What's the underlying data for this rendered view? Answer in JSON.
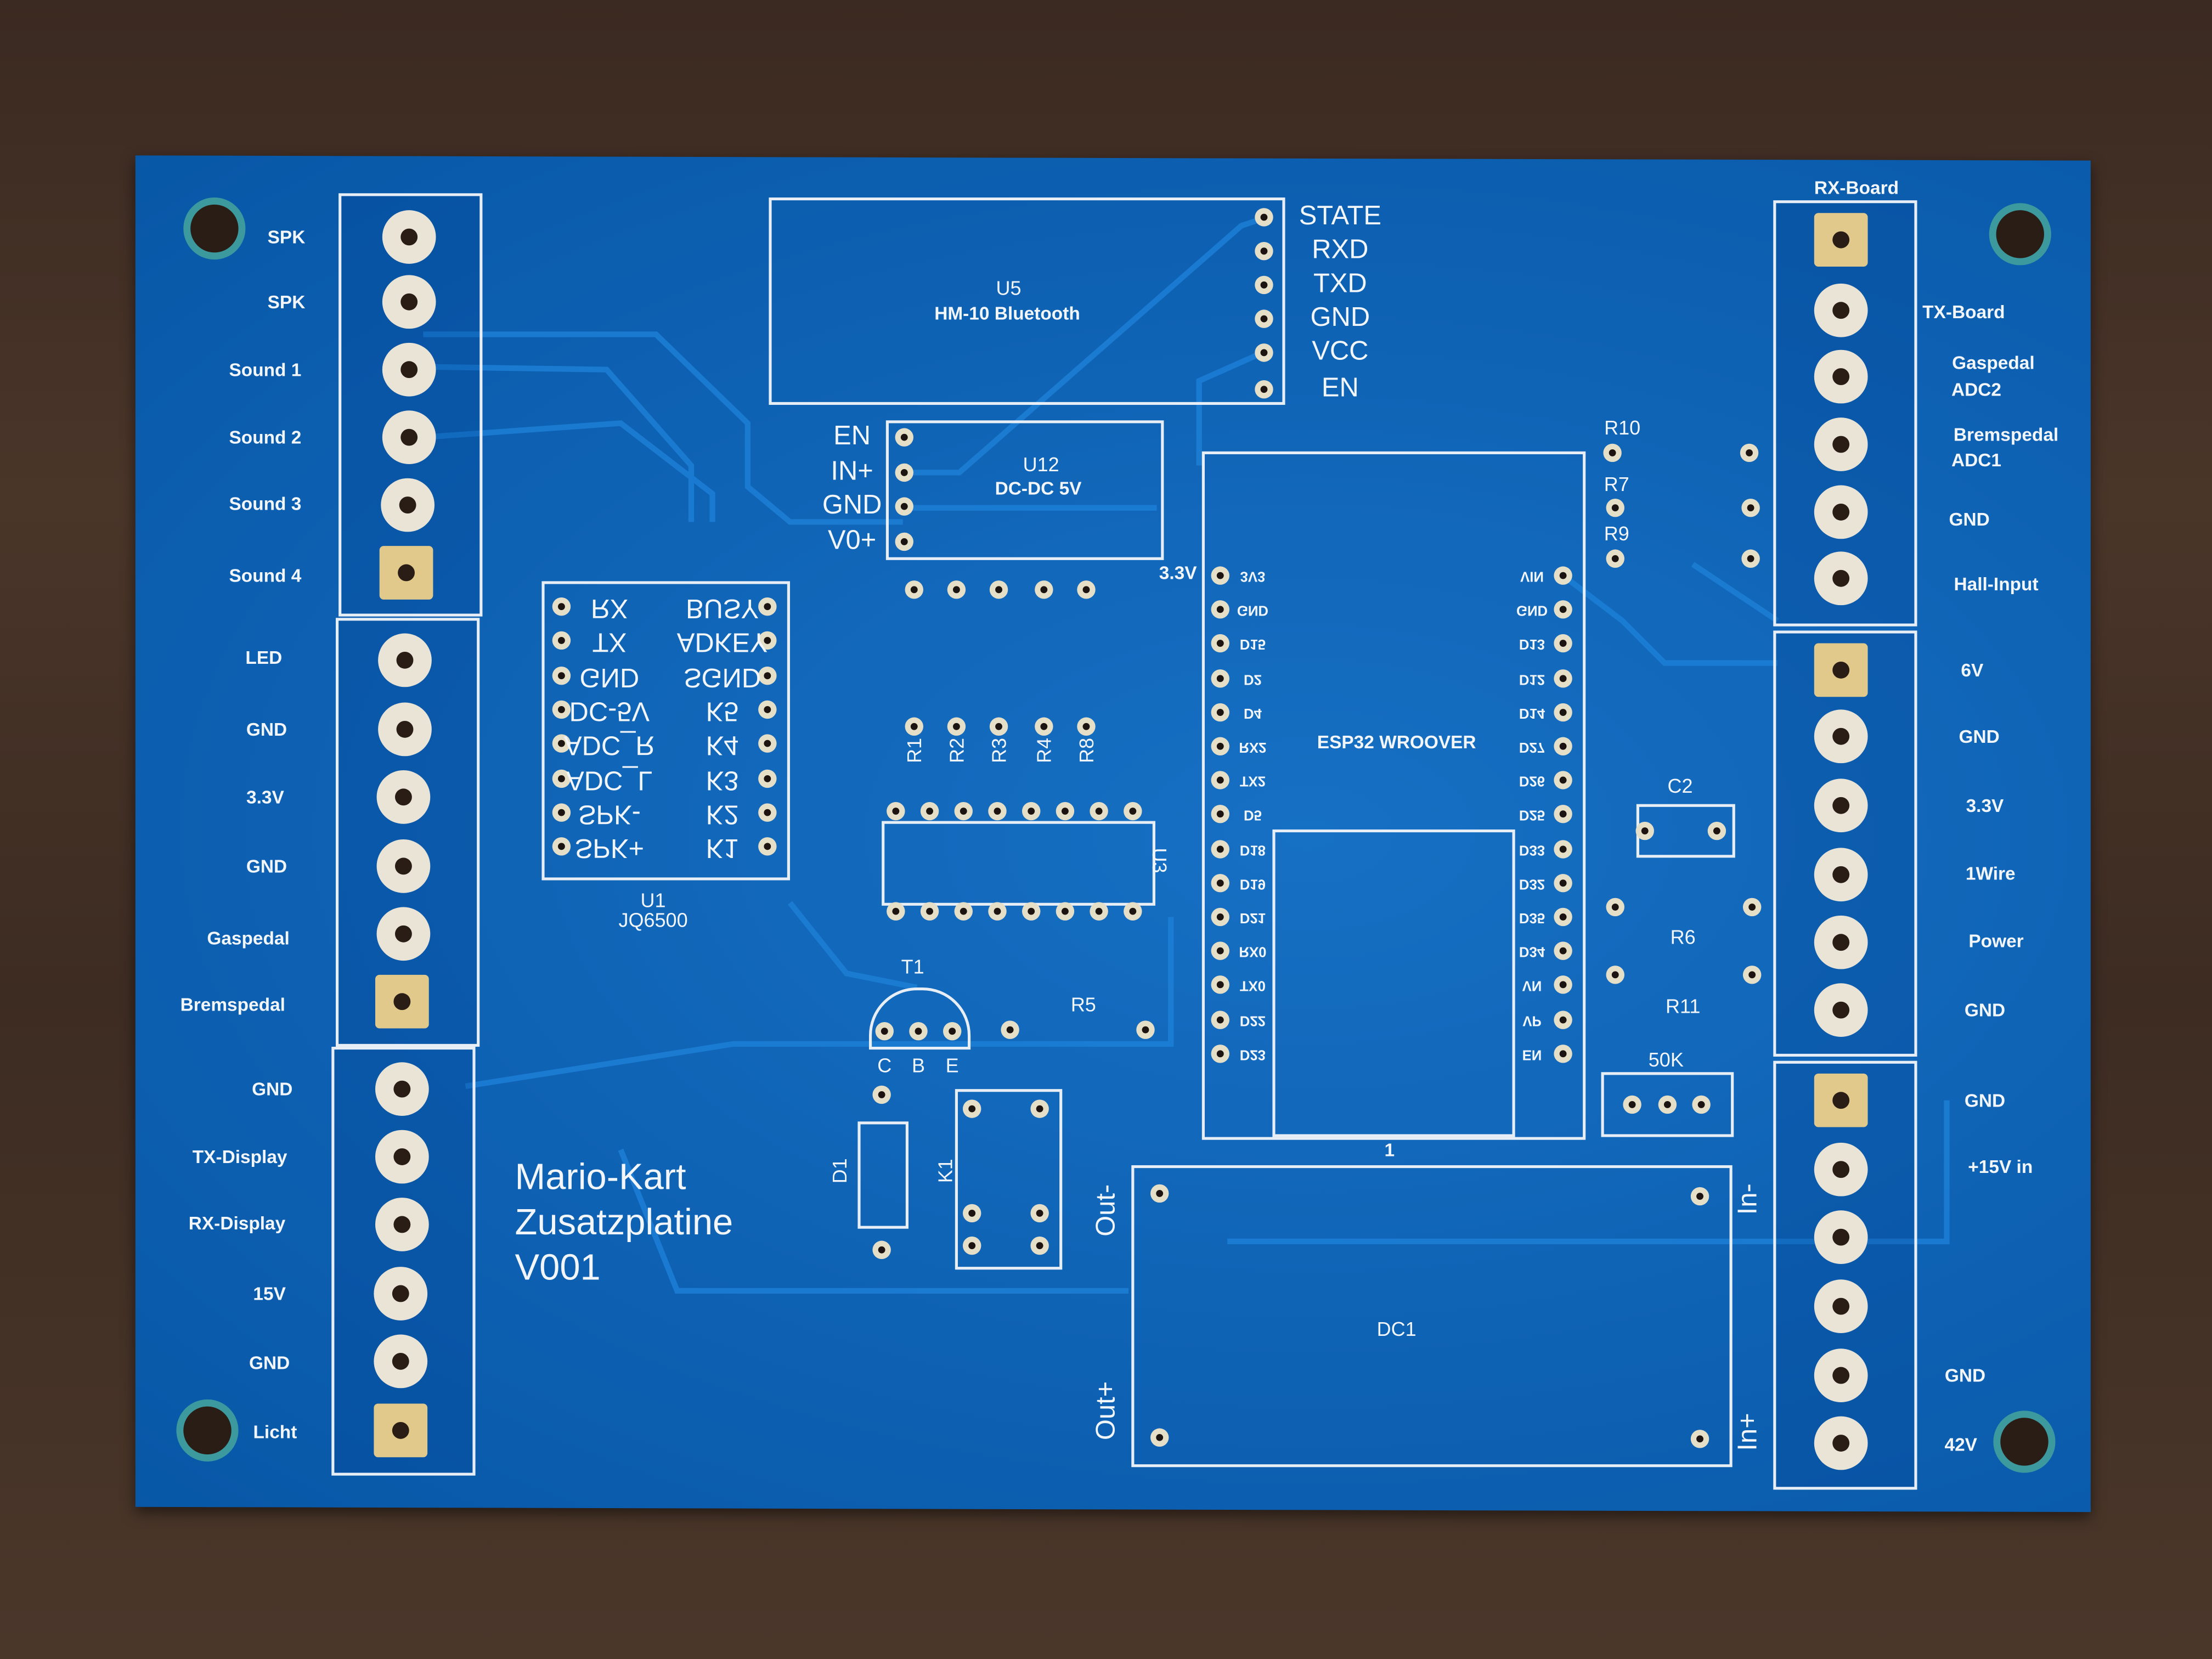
{
  "left_terminal_labels": [
    "SPK",
    "SPK",
    "Sound 1",
    "Sound 2",
    "Sound 3",
    "Sound 4",
    "LED",
    "GND",
    "3.3V",
    "GND",
    "Gaspedal",
    "Bremspedal",
    "GND",
    "TX-Display",
    "RX-Display",
    "15V",
    "GND",
    "Licht"
  ],
  "right_terminal_labels": [
    "RX-Board",
    "TX-Board",
    "Gaspedal",
    "ADC2",
    "Bremspedal",
    "ADC1",
    "GND",
    "Hall-Input",
    "6V",
    "GND",
    "3.3V",
    "1Wire",
    "Power",
    "GND",
    "GND",
    "+15V in",
    "GND",
    "42V"
  ],
  "u5": {
    "ref": "U5",
    "name": "HM-10 Bluetooth",
    "pins": [
      "STATE",
      "RXD",
      "TXD",
      "GND",
      "VCC",
      "EN"
    ]
  },
  "u12": {
    "ref": "U12",
    "name": "DC-DC 5V",
    "pins": [
      "EN",
      "IN+",
      "GND",
      "V0+"
    ]
  },
  "esp32": {
    "name": "ESP32 WROOVER",
    "supply_label": "3.3V",
    "pin1": "1",
    "left_pins": [
      "3V3",
      "GND",
      "D15",
      "D2",
      "D4",
      "RX2",
      "TX2",
      "D5",
      "D18",
      "D19",
      "D21",
      "RX0",
      "TX0",
      "D22",
      "D23"
    ],
    "right_pins": [
      "VIN",
      "GND",
      "D13",
      "D12",
      "D14",
      "D27",
      "D26",
      "D25",
      "D33",
      "D32",
      "D35",
      "D34",
      "VN",
      "VP",
      "EN"
    ]
  },
  "u1": {
    "ref": "U1",
    "name": "JQ6500",
    "left_pins": [
      "RX",
      "TX",
      "GND",
      "DC-5V",
      "ADC_R",
      "ADC_L",
      "SPK-",
      "SPK+"
    ],
    "right_pins": [
      "BUSY",
      "ADKEY",
      "SGND",
      "K5",
      "K4",
      "K3",
      "K2",
      "K1"
    ]
  },
  "resistors": {
    "r1": "R1",
    "r2": "R2",
    "r3": "R3",
    "r4": "R4",
    "r8": "R8",
    "r10": "R10",
    "r7": "R7",
    "r9": "R9",
    "r6": "R6",
    "r11": "R11",
    "r5": "R5"
  },
  "parts": {
    "u3": "U3",
    "t1": "T1",
    "t1_pins": [
      "C",
      "B",
      "E"
    ],
    "d1": "D1",
    "k1": "K1",
    "c2": "C2",
    "pot": "50K",
    "dc1": "DC1",
    "out_minus": "Out-",
    "out_plus": "Out+",
    "in_minus": "In-",
    "in_plus": "In+"
  },
  "board_title": [
    "Mario-Kart",
    "Zusatzplatine",
    "V001"
  ],
  "colors": {
    "board": "#0a63b8",
    "silkscreen": "#f2f6fb",
    "pad": "#e9e4d6",
    "wood": "#3b2a21"
  }
}
